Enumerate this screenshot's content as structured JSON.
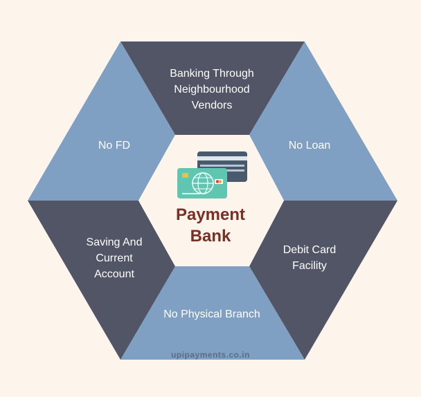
{
  "diagram": {
    "center_title_line1": "Payment",
    "center_title_line2": "Bank",
    "segments": [
      {
        "lines": [
          "Banking Through",
          "Neighbourhood",
          "Vendors"
        ]
      },
      {
        "lines": [
          "No Loan"
        ]
      },
      {
        "lines": [
          "Debit Card",
          "Facility"
        ]
      },
      {
        "lines": [
          "No Physical Branch"
        ]
      },
      {
        "lines": [
          "Saving And",
          "Current",
          "Account"
        ]
      },
      {
        "lines": [
          "No FD"
        ]
      }
    ],
    "watermark": "upipayments.co.in"
  },
  "colors": {
    "background": "#fdf5ec",
    "dark_segment": "#515566",
    "light_segment": "#7f9fc3",
    "center": "#fdf5ec",
    "title": "#7a2e24"
  }
}
